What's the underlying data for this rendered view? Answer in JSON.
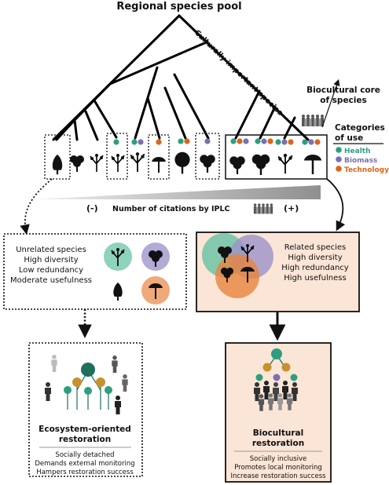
{
  "diagram": {
    "title": "Regional species pool",
    "branch_label": "Culturally important species",
    "core_label": [
      "Biocultural core",
      "of species"
    ],
    "categories_title": [
      "Categories",
      "of use"
    ],
    "categories": [
      {
        "label": "Health",
        "color": "#2e9e7e"
      },
      {
        "label": "Biomass",
        "color": "#7b6fb3"
      },
      {
        "label": "Technology",
        "color": "#d9661c"
      }
    ],
    "citations": {
      "minus": "(-)",
      "label": "Number of citations by IPLC",
      "plus": "(+)"
    },
    "left_box": {
      "lines": [
        "Unrelated species",
        "High diversity",
        "Low redundancy",
        "Moderate usefulness"
      ]
    },
    "right_box": {
      "lines": [
        "Related species",
        "High diversity",
        "High redundancy",
        "High usefulness"
      ]
    },
    "ecosystem": {
      "title": [
        "Ecosystem-oriented",
        "restoration"
      ],
      "points": [
        "Socially detached",
        "Demands external monitoring",
        "Hampers restoration success"
      ]
    },
    "biocultural": {
      "title": [
        "Biocultural",
        "restoration"
      ],
      "points": [
        "Socially inclusive",
        "Promotes local monitoring",
        "Increase restoration success"
      ]
    },
    "colors": {
      "health": "#2e9e7e",
      "biomass": "#7b6fb3",
      "technology": "#d9661c",
      "panel_fill": "#fbe5d6",
      "grey_wedge": "#8f8f8f",
      "dark_teal": "#1f6f5f"
    }
  }
}
